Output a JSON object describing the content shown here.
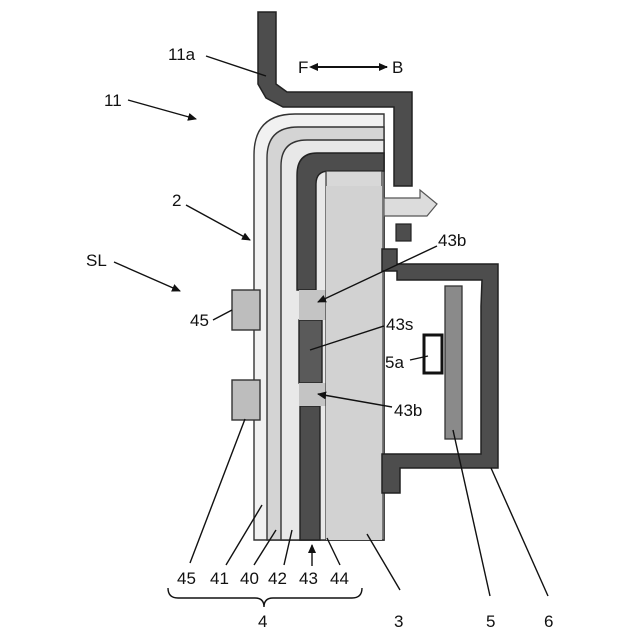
{
  "labels": {
    "l11a": "11a",
    "l11": "11",
    "l2": "2",
    "lSL": "SL",
    "lF": "F",
    "lB": "B",
    "l45a": "45",
    "l43b_top": "43b",
    "l43s": "43s",
    "l5a": "5a",
    "l43b_bot": "43b",
    "b45": "45",
    "b41": "41",
    "b40": "40",
    "b42": "42",
    "b43": "43",
    "b44": "44",
    "b3": "3",
    "b5": "5",
    "b6": "6",
    "b4": "4"
  },
  "colors": {
    "dark_frame": "#4d4d4d",
    "mid_gray": "#8a8a8a",
    "light_gray": "#c8c8c8",
    "very_light": "#e6e6e6",
    "panel_fill": "#d9d9d9",
    "outline": "#222222"
  }
}
